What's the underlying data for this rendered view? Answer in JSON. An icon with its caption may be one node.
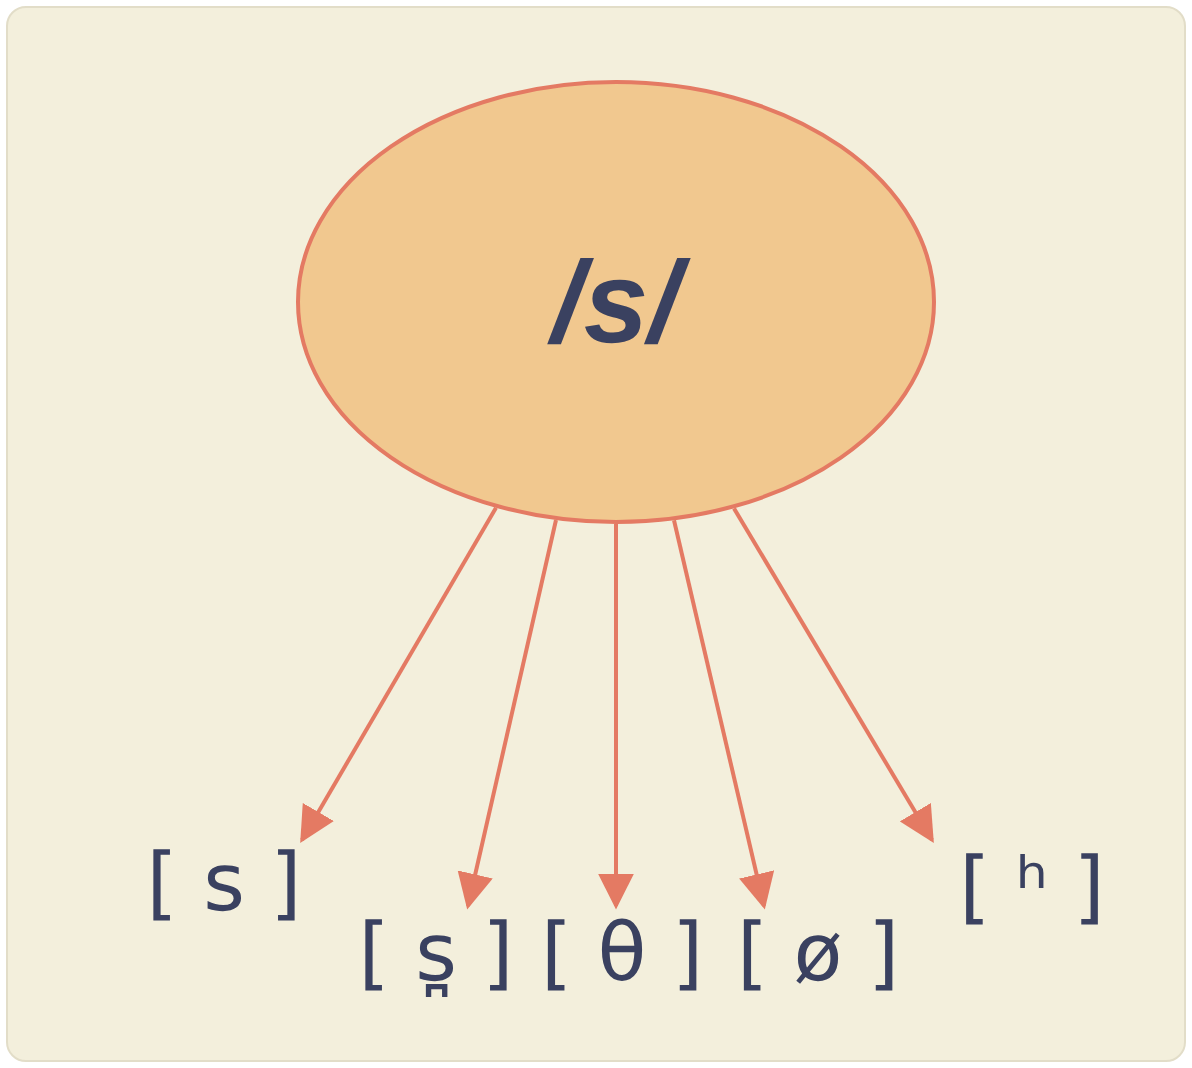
{
  "diagram": {
    "nodes": [
      {
        "text": [
          "/s/"
        ]
      },
      {
        "text": [
          "[ s ]"
        ]
      },
      {
        "text": [
          "[ s̪ ]"
        ]
      },
      {
        "text": [
          "[ θ ]"
        ]
      },
      {
        "text": [
          "[ ø ]"
        ]
      },
      {
        "text": [
          "[ ʰ ]"
        ]
      }
    ],
    "edges": [
      {
        "from": 0,
        "to": 1,
        "arrow": "to"
      },
      {
        "from": 0,
        "to": 2,
        "arrow": "to"
      },
      {
        "from": 0,
        "to": 3,
        "arrow": "to"
      },
      {
        "from": 0,
        "to": 4,
        "arrow": "to"
      },
      {
        "from": 0,
        "to": 5,
        "arrow": "to"
      }
    ]
  }
}
